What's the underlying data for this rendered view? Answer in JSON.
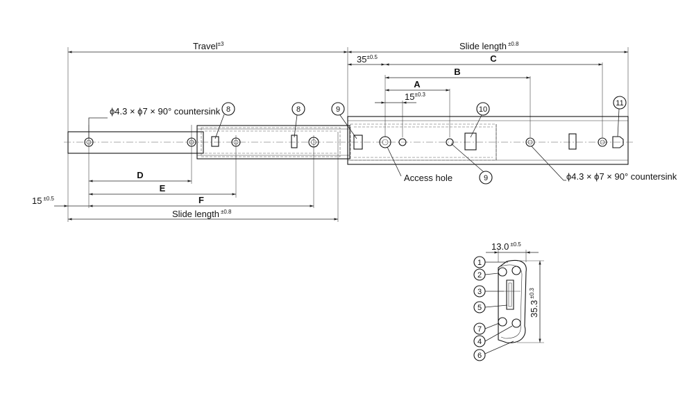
{
  "top_view": {
    "travel": {
      "label": "Travel",
      "tol": "±3"
    },
    "slide_length_top": {
      "label": "Slide length",
      "tol": "±0.8"
    },
    "dim_35": {
      "label": "35",
      "tol": "±0.5"
    },
    "dim_a": "A",
    "dim_b": "B",
    "dim_c": "C",
    "dim_15_inner": {
      "label": "15",
      "tol": "±0.3"
    },
    "countersink_left": "ϕ4.3 × ϕ7 × 90° countersink",
    "countersink_right": "ϕ4.3 × ϕ7 × 90° countersink",
    "access_hole": "Access hole",
    "dim_d": "D",
    "dim_e": "E",
    "dim_f": "F",
    "dim_15_outer": {
      "label": "15",
      "tol": "±0.5"
    },
    "slide_length_bottom": {
      "label": "Slide length",
      "tol": "±0.8"
    },
    "callouts": [
      "8",
      "8",
      "9",
      "10",
      "11",
      "9"
    ]
  },
  "section_view": {
    "width": {
      "label": "13.0",
      "tol": "±0.5"
    },
    "height": {
      "label": "35.3",
      "tol": "±0.3"
    },
    "callouts": [
      "1",
      "2",
      "3",
      "5",
      "7",
      "4",
      "6"
    ]
  }
}
